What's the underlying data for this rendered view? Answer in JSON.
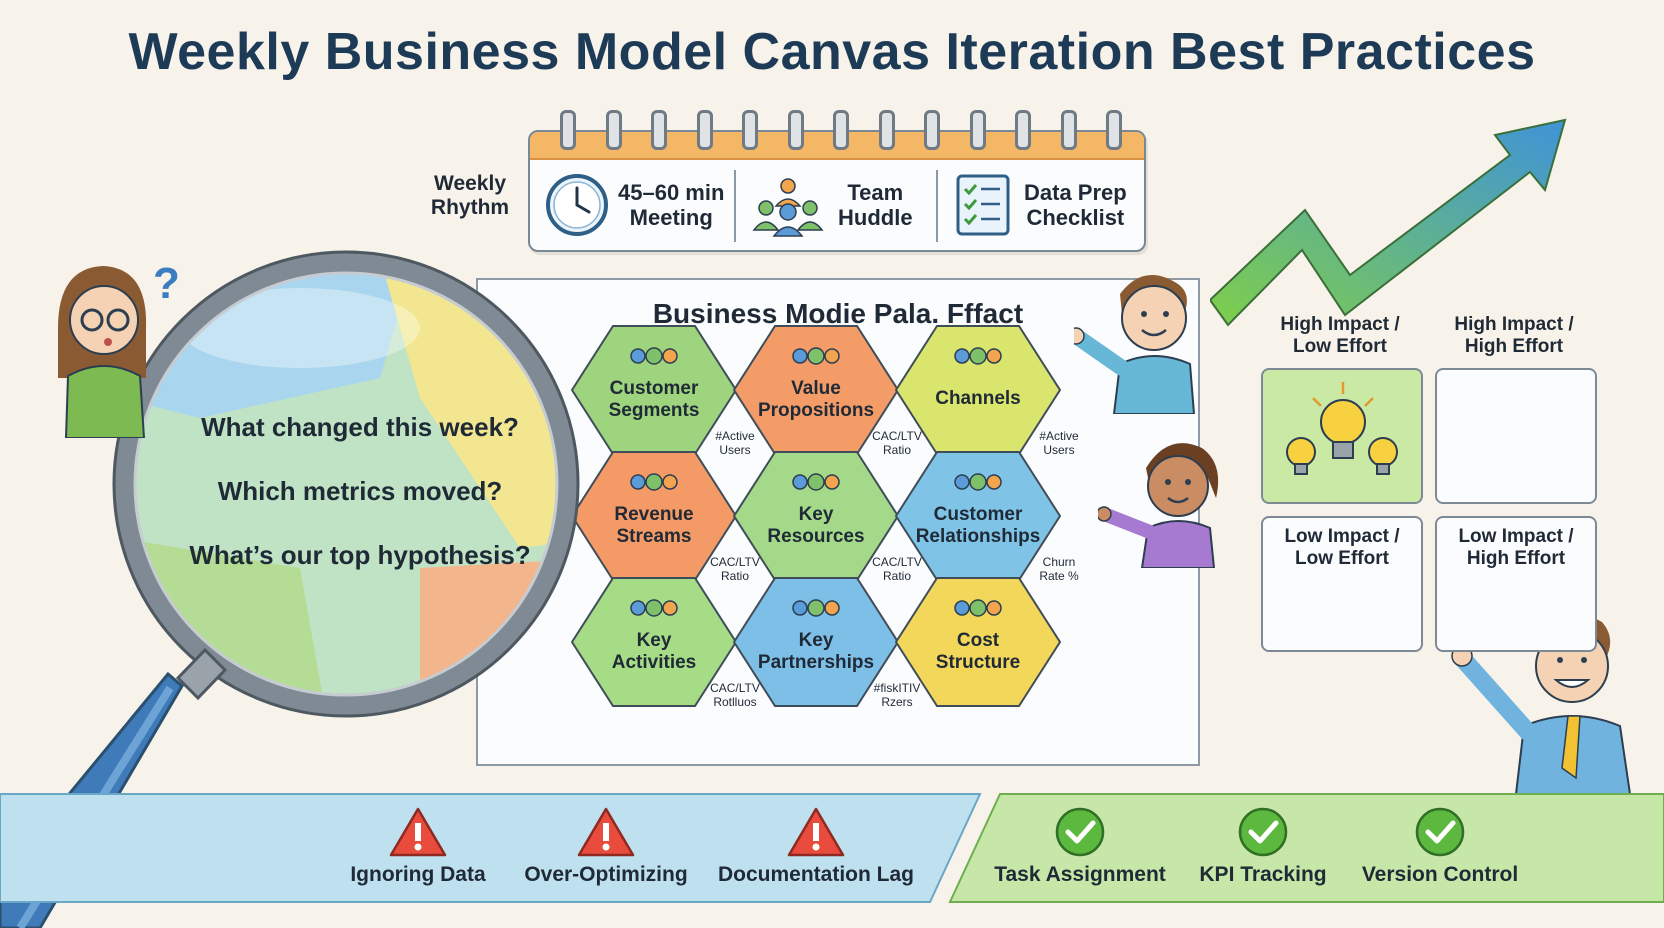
{
  "title": "Weekly Business Model Canvas Iteration Best Practices",
  "weekly_rhythm": {
    "label_line1": "Weekly",
    "label_line2": "Rhythm",
    "items": [
      {
        "icon": "clock-icon",
        "line1": "45–60 min",
        "line2": "Meeting"
      },
      {
        "icon": "team-icon",
        "line1": "Team",
        "line2": "Huddle"
      },
      {
        "icon": "checklist-icon",
        "line1": "Data Prep",
        "line2": "Checklist"
      }
    ]
  },
  "questions": [
    "What changed this week?",
    "Which metrics moved?",
    "What’s our top hypothesis?"
  ],
  "board": {
    "title": "Business Modie Pala. Fffact",
    "blocks": [
      {
        "line1": "Customer",
        "line2": "Segments",
        "color": "#9fd47e"
      },
      {
        "line1": "Value",
        "line2": "Propositions",
        "color": "#f49c68"
      },
      {
        "line1": "",
        "line2": "Channels",
        "color": "#d9e56d"
      },
      {
        "line1": "Revenue",
        "line2": "Streams",
        "color": "#f49a66"
      },
      {
        "line1": "Key",
        "line2": "Resources",
        "color": "#a4d98a"
      },
      {
        "line1": "Customer",
        "line2": "Relationships",
        "color": "#7fc3e6"
      },
      {
        "line1": "Key",
        "line2": "Activities",
        "color": "#a6dc86"
      },
      {
        "line1": "Key",
        "line2": "Partnerships",
        "color": "#7ebfe8"
      },
      {
        "line1": "Cost",
        "line2": "Structure",
        "color": "#f3d75a"
      }
    ],
    "metrics": [
      {
        "line1": "#Active",
        "line2": "Users"
      },
      {
        "line1": "CAC/LTV",
        "line2": "Ratio"
      },
      {
        "line1": "#Active",
        "line2": "Users"
      },
      {
        "line1": "CAC/LTV",
        "line2": "Ratio"
      },
      {
        "line1": "CAC/LTV",
        "line2": "Ratio"
      },
      {
        "line1": "Churn",
        "line2": "Rate %"
      },
      {
        "line1": "CAC/LTV",
        "line2": "Rotlluos"
      },
      {
        "line1": "#fiskITIV",
        "line2": "Rzers"
      }
    ]
  },
  "matrix": {
    "cells": [
      {
        "line1": "High Impact /",
        "line2": "Low Effort",
        "highlight": true
      },
      {
        "line1": "High Impact /",
        "line2": "High Effort",
        "highlight": false
      },
      {
        "line1": "Low Impact /",
        "line2": "Low Effort",
        "highlight": false
      },
      {
        "line1": "Low Impact /",
        "line2": "High Effort",
        "highlight": false
      }
    ]
  },
  "pitfalls": [
    "Ignoring Data",
    "Over-Optimizing",
    "Documentation Lag"
  ],
  "practices": [
    "Task Assignment",
    "KPI Tracking",
    "Version Control"
  ],
  "colors": {
    "title": "#1d3b57",
    "pitfall_band": "#bfe0ee",
    "practice_band": "#c6e7a7",
    "warning": "#e94b3c",
    "check": "#5cb83e",
    "arrow": "#57b33f"
  }
}
